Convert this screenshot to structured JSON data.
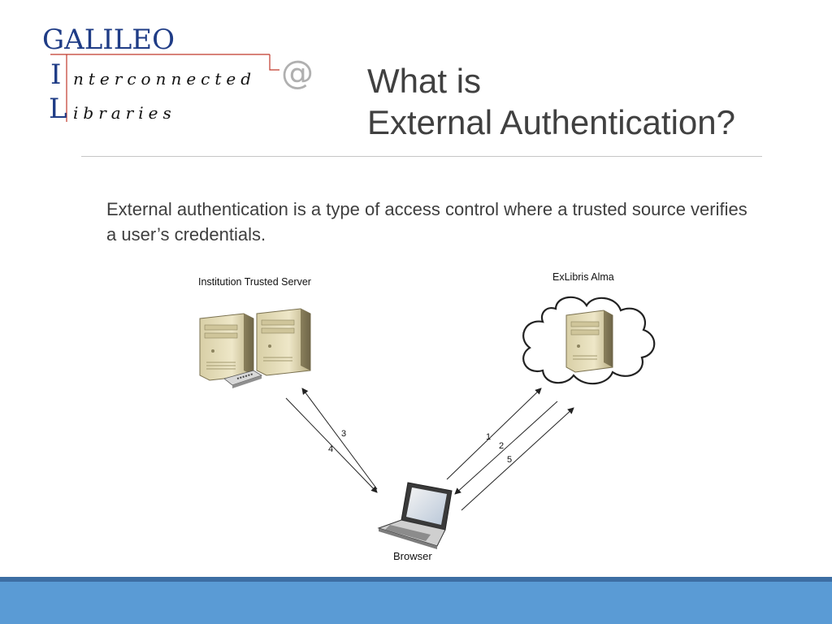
{
  "logo": {
    "title": "GALILEO",
    "line2_initial": "I",
    "line2_word": "nterconnected",
    "line3_initial": "L",
    "line3_word": "ibraries",
    "at_symbol": "@"
  },
  "slide": {
    "title_line1": "What is",
    "title_line2": "External Authentication?",
    "body": "External authentication is a type of access control where a trusted source verifies a user’s credentials."
  },
  "diagram": {
    "institution_label": "Institution Trusted Server",
    "alma_label": "ExLibris Alma",
    "browser_label": "Browser",
    "left_steps": [
      "3",
      "4"
    ],
    "right_steps": [
      "1",
      "2",
      "5"
    ]
  },
  "colors": {
    "logo_blue": "#1f3c86",
    "title_gray": "#404040",
    "footer_band": "#5a9bd5",
    "footer_line": "#3d6ea3"
  }
}
